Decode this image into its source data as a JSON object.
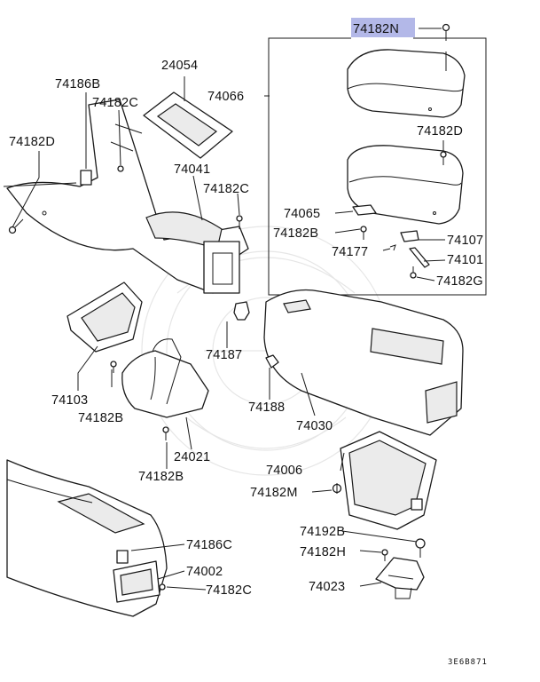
{
  "highlight_color": "#b3b8e8",
  "labels": {
    "p74182N": "74182N",
    "p24054": "24054",
    "p74186B": "74186B",
    "p74182C_top": "74182C",
    "p74066": "74066",
    "p74182D_left": "74182D",
    "p74041": "74041",
    "p74182C_mid": "74182C",
    "p74182D_right": "74182D",
    "p74065": "74065",
    "p74182B_box": "74182B",
    "p74107": "74107",
    "p74177": "74177",
    "p74101": "74101",
    "p74182G": "74182G",
    "p74187": "74187",
    "p74103": "74103",
    "p74182B_left": "74182B",
    "p74188": "74188",
    "p74030": "74030",
    "p24021": "24021",
    "p74182B_bottom": "74182B",
    "p74006": "74006",
    "p74182M": "74182M",
    "p74192B": "74192B",
    "p74182H": "74182H",
    "p74023": "74023",
    "p74186C": "74186C",
    "p74002": "74002",
    "p74182C_bottom": "74182C"
  },
  "diagram_code": "3E6B871"
}
